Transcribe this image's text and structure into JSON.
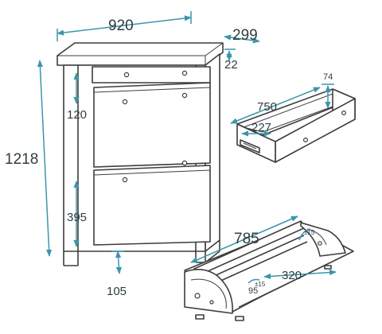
{
  "diagram": {
    "dimension_color": "#3a96aa",
    "line_color": "#3d3d3d",
    "cabinet": {
      "width": "920",
      "depth": "299",
      "top_thickness": "22",
      "height": "1218",
      "drawer_front_height": "120",
      "lower_door_offset": "395",
      "leg_height": "105"
    },
    "drawer": {
      "height": "74",
      "length": "750",
      "inner_width": "227"
    },
    "compartment": {
      "length": "785",
      "depth": "320",
      "angle_top": "±15",
      "angle_bottom_value": "95",
      "angle_bottom_tolerance": "±15"
    }
  }
}
